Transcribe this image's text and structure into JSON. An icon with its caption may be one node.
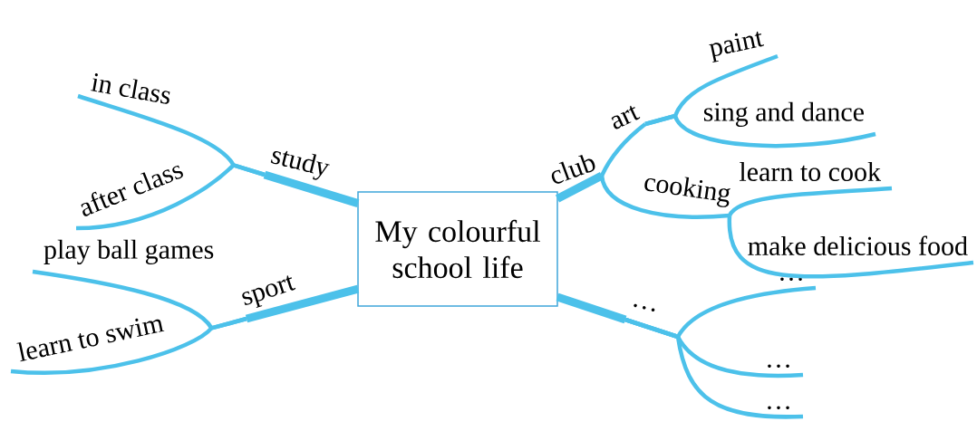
{
  "diagram": {
    "nodes": [
      {
        "text": [
          "My colourful school life"
        ]
      },
      {
        "text": [
          "study"
        ]
      },
      {
        "text": [
          "in class"
        ]
      },
      {
        "text": [
          "after class"
        ]
      },
      {
        "text": [
          "sport"
        ]
      },
      {
        "text": [
          "play ball games"
        ]
      },
      {
        "text": [
          "learn to swim"
        ]
      },
      {
        "text": [
          "club"
        ]
      },
      {
        "text": [
          "art"
        ]
      },
      {
        "text": [
          "paint"
        ]
      },
      {
        "text": [
          "sing and dance"
        ]
      },
      {
        "text": [
          "cooking"
        ]
      },
      {
        "text": [
          "learn to cook"
        ]
      },
      {
        "text": [
          "make delicious food"
        ]
      },
      {
        "text": [
          "…"
        ]
      },
      {
        "text": [
          "…"
        ]
      },
      {
        "text": [
          "…"
        ]
      },
      {
        "text": [
          "…"
        ]
      }
    ],
    "edges": [
      {
        "from": 0,
        "to": 1,
        "arrow": "none",
        "style": "thick"
      },
      {
        "from": 1,
        "to": 2,
        "arrow": "none"
      },
      {
        "from": 1,
        "to": 3,
        "arrow": "none"
      },
      {
        "from": 0,
        "to": 4,
        "arrow": "none",
        "style": "thick"
      },
      {
        "from": 4,
        "to": 5,
        "arrow": "none"
      },
      {
        "from": 4,
        "to": 6,
        "arrow": "none"
      },
      {
        "from": 0,
        "to": 7,
        "arrow": "none",
        "style": "thick"
      },
      {
        "from": 7,
        "to": 8,
        "arrow": "none"
      },
      {
        "from": 8,
        "to": 9,
        "arrow": "none"
      },
      {
        "from": 8,
        "to": 10,
        "arrow": "none"
      },
      {
        "from": 7,
        "to": 11,
        "arrow": "none"
      },
      {
        "from": 11,
        "to": 12,
        "arrow": "none"
      },
      {
        "from": 11,
        "to": 13,
        "arrow": "none"
      },
      {
        "from": 0,
        "to": 14,
        "arrow": "none",
        "style": "thick"
      },
      {
        "from": 14,
        "to": 15,
        "arrow": "none"
      },
      {
        "from": 14,
        "to": 16,
        "arrow": "none"
      },
      {
        "from": 14,
        "to": 17,
        "arrow": "none"
      }
    ]
  }
}
